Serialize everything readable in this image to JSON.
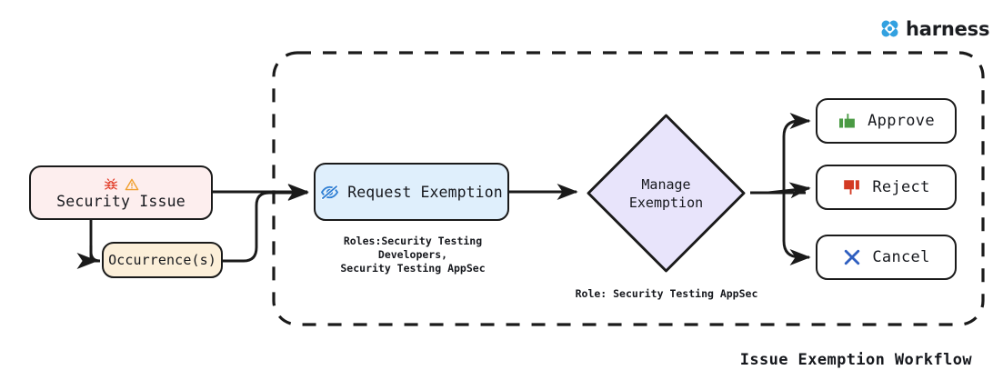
{
  "brand": {
    "name": "harness",
    "logo_icon": "harness-clover-logo-icon",
    "logo_color": "#33a1e0"
  },
  "diagram": {
    "title": "Issue Exemption Workflow",
    "type": "flowchart",
    "background": "#ffffff",
    "group_boundary": {
      "name": "exemption-workflow-boundary",
      "style": "dashed",
      "color": "#1a1a1a"
    }
  },
  "nodes": {
    "security_issue": {
      "label": "Security Issue",
      "shape": "rounded-rect",
      "fill": "#fdeeee",
      "border": "#1a1a1a",
      "icons": [
        {
          "name": "bug-icon",
          "color": "#e23c28"
        },
        {
          "name": "warning-triangle-icon",
          "color": "#f0a030"
        }
      ]
    },
    "occurrences": {
      "label": "Occurrence(s)",
      "shape": "rounded-rect",
      "fill": "#fcefd9",
      "border": "#1a1a1a"
    },
    "request_exemption": {
      "label": "Request Exemption",
      "shape": "rounded-rect",
      "fill": "#dfeffc",
      "border": "#1a1a1a",
      "icon": {
        "name": "eye-slash-icon",
        "color": "#2f7fd4"
      },
      "caption": "Roles:Security Testing Developers,\nSecurity Testing AppSec"
    },
    "manage_exemption": {
      "label_line1": "Manage",
      "label_line2": "Exemption",
      "shape": "diamond",
      "fill": "#e8e4fb",
      "border": "#1a1a1a",
      "caption": "Role: Security Testing AppSec"
    },
    "approve": {
      "label": "Approve",
      "shape": "rounded-rect",
      "fill": "#ffffff",
      "border": "#1a1a1a",
      "icon": {
        "name": "thumbs-up-icon",
        "color": "#4a9a43"
      }
    },
    "reject": {
      "label": "Reject",
      "shape": "rounded-rect",
      "fill": "#ffffff",
      "border": "#1a1a1a",
      "icon": {
        "name": "thumbs-down-icon",
        "color": "#d33a23"
      }
    },
    "cancel": {
      "label": "Cancel",
      "shape": "rounded-rect",
      "fill": "#ffffff",
      "border": "#1a1a1a",
      "icon": {
        "name": "x-cross-icon",
        "color": "#2f5fc0"
      }
    }
  },
  "edges": [
    {
      "name": "edge-security-issue-to-request-exemption",
      "from": "security_issue",
      "to": "request_exemption"
    },
    {
      "name": "edge-security-issue-to-occurrences",
      "from": "security_issue",
      "to": "occurrences"
    },
    {
      "name": "edge-occurrences-to-request-exemption",
      "from": "occurrences",
      "to": "request_exemption"
    },
    {
      "name": "edge-request-exemption-to-manage-exemption",
      "from": "request_exemption",
      "to": "manage_exemption"
    },
    {
      "name": "edge-manage-exemption-to-approve",
      "from": "manage_exemption",
      "to": "approve"
    },
    {
      "name": "edge-manage-exemption-to-reject",
      "from": "manage_exemption",
      "to": "reject"
    },
    {
      "name": "edge-manage-exemption-to-cancel",
      "from": "manage_exemption",
      "to": "cancel"
    }
  ]
}
